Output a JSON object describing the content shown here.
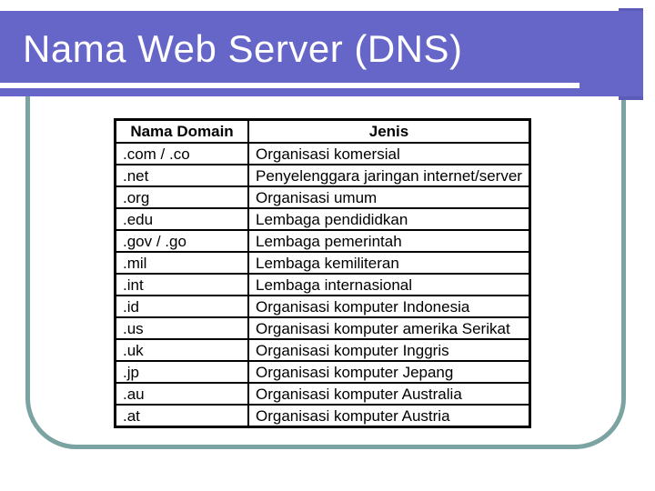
{
  "slide": {
    "title": "Nama Web Server (DNS)",
    "colors": {
      "banner": "#6666c9",
      "banner_shadow": "#5c5bb8",
      "frame": "#7aa3a1",
      "title_text": "#ffffff",
      "table_border": "#000000"
    },
    "table": {
      "headers": [
        "Nama Domain",
        "Jenis"
      ],
      "rows": [
        [
          ".com / .co",
          "Organisasi komersial"
        ],
        [
          ".net",
          "Penyelenggara jaringan internet/server"
        ],
        [
          ".org",
          "Organisasi umum"
        ],
        [
          ".edu",
          "Lembaga pendididkan"
        ],
        [
          ".gov / .go",
          "Lembaga pemerintah"
        ],
        [
          ".mil",
          "Lembaga kemiliteran"
        ],
        [
          ".int",
          "Lembaga internasional"
        ],
        [
          ".id",
          "Organisasi komputer Indonesia"
        ],
        [
          ".us",
          "Organisasi komputer amerika Serikat"
        ],
        [
          ".uk",
          "Organisasi komputer Inggris"
        ],
        [
          ".jp",
          "Organisasi komputer Jepang"
        ],
        [
          ".au",
          "Organisasi komputer Australia"
        ],
        [
          ".at",
          "Organisasi komputer Austria"
        ]
      ]
    }
  }
}
